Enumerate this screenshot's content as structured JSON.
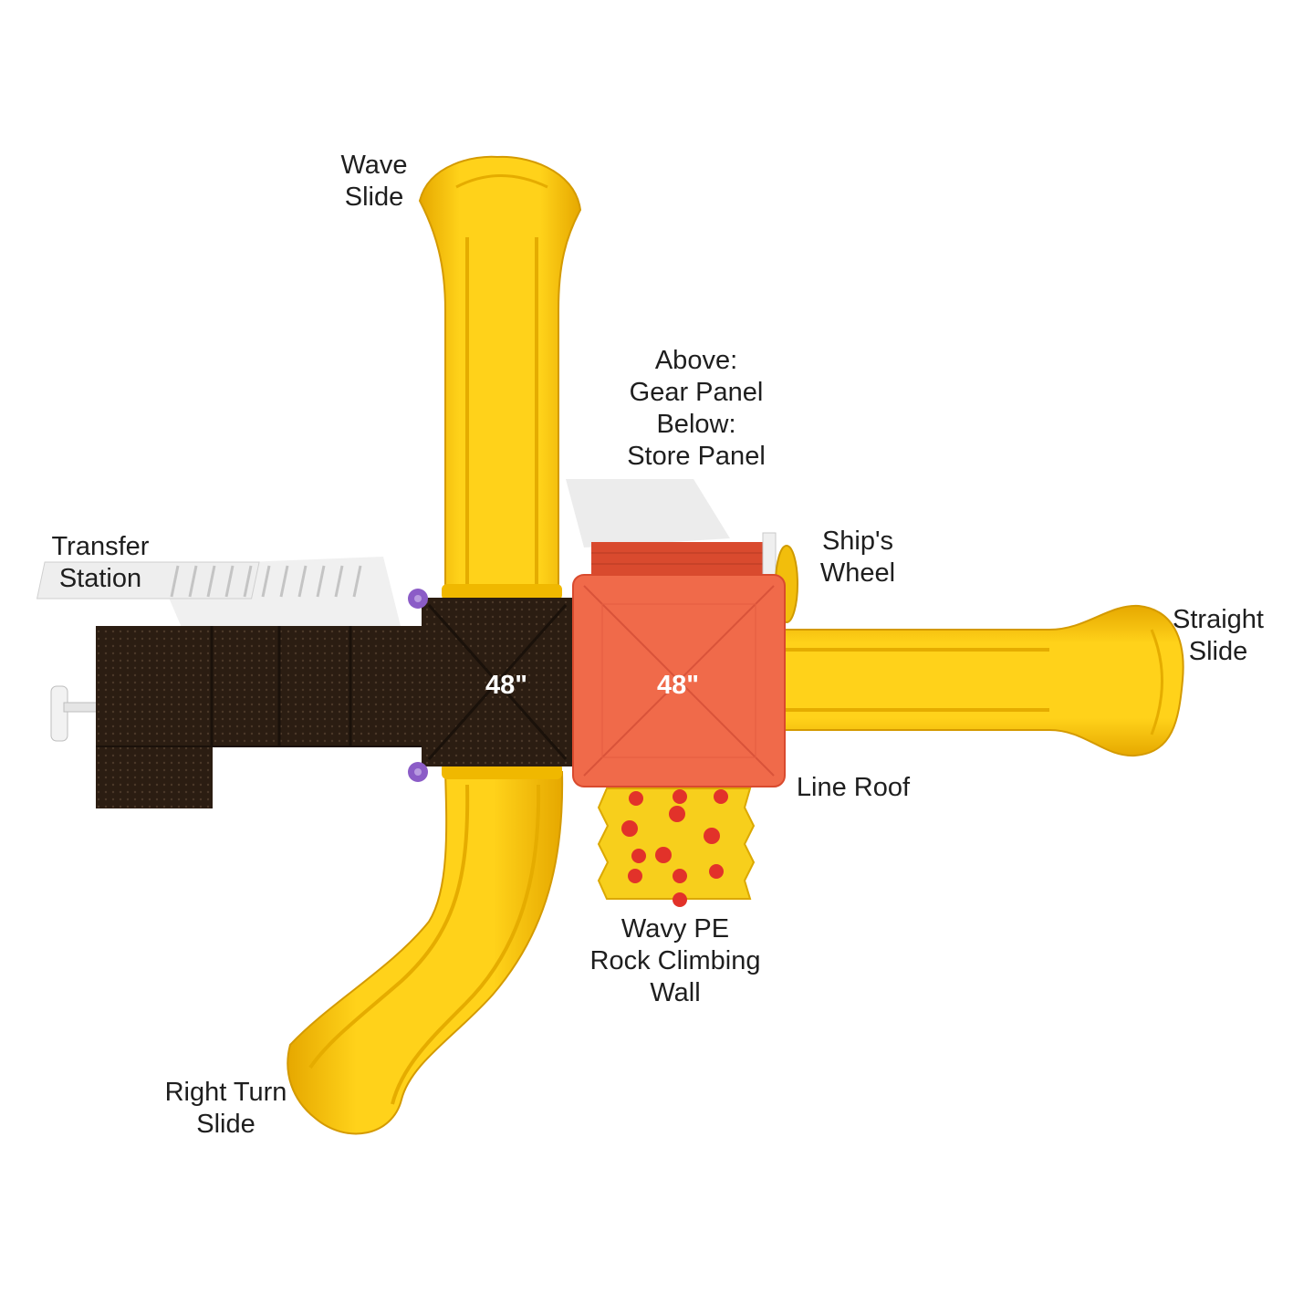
{
  "colors": {
    "slide": "#f7c20d",
    "slide_dark": "#e0a300",
    "deck": "#2b1d12",
    "roof": "#f06a4a",
    "roof_trim": "#d94a2e",
    "climbing_holds": "#e2322a",
    "handle": "#8b5cc7"
  },
  "decks": [
    {
      "height": "48\""
    },
    {
      "height": "48\""
    }
  ],
  "labels": {
    "wave_slide": [
      "Wave",
      "Slide"
    ],
    "panel": [
      "Above:",
      "Gear Panel",
      "Below:",
      "Store Panel"
    ],
    "transfer_station": [
      "Transfer",
      "Station"
    ],
    "ships_wheel": [
      "Ship's",
      "Wheel"
    ],
    "straight_slide": [
      "Straight",
      "Slide"
    ],
    "line_roof": [
      "Line Roof"
    ],
    "climbing_wall": [
      "Wavy PE",
      "Rock Climbing",
      "Wall"
    ],
    "right_turn_slide": [
      "Right Turn",
      "Slide"
    ]
  }
}
